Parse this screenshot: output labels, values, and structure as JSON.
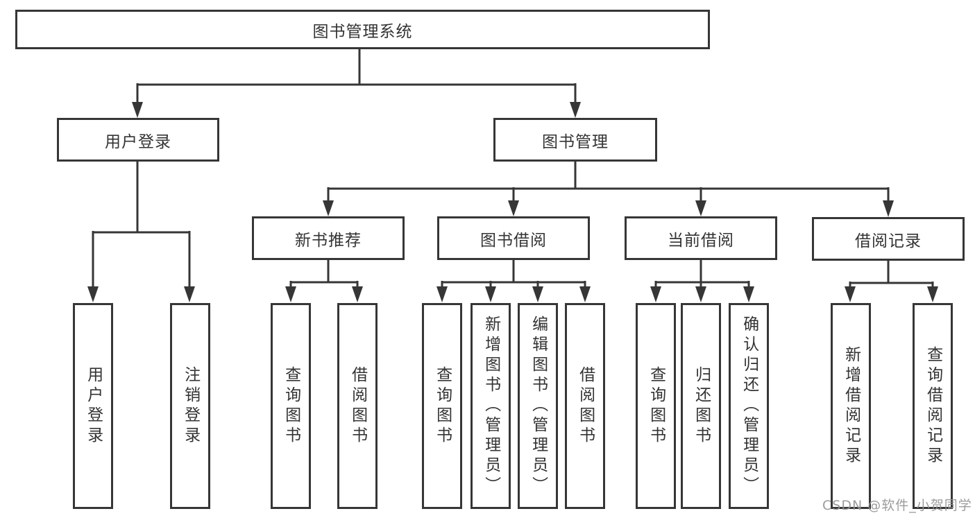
{
  "tree": {
    "root": {
      "label": "图书管理系统",
      "children": [
        {
          "label": "用户登录",
          "children": [
            {
              "label": "用户登录"
            },
            {
              "label": "注销登录"
            }
          ]
        },
        {
          "label": "图书管理",
          "children": [
            {
              "label": "新书推荐",
              "children": [
                {
                  "label": "查询图书"
                },
                {
                  "label": "借阅图书"
                }
              ]
            },
            {
              "label": "图书借阅",
              "children": [
                {
                  "label": "查询图书"
                },
                {
                  "label": "新增图书（管理员）"
                },
                {
                  "label": "编辑图书（管理员）"
                },
                {
                  "label": "借阅图书"
                }
              ]
            },
            {
              "label": "当前借阅",
              "children": [
                {
                  "label": "查询图书"
                },
                {
                  "label": "归还图书"
                },
                {
                  "label": "确认归还（管理员）"
                }
              ]
            },
            {
              "label": "借阅记录",
              "children": [
                {
                  "label": "新增借阅记录"
                },
                {
                  "label": "查询借阅记录"
                }
              ]
            }
          ]
        }
      ]
    }
  },
  "watermark": {
    "text": "CSDN @软件_小贺同学"
  },
  "colors": {
    "line": "#363636",
    "text": "#333333",
    "watermark": "#949494",
    "background": "#ffffff"
  }
}
